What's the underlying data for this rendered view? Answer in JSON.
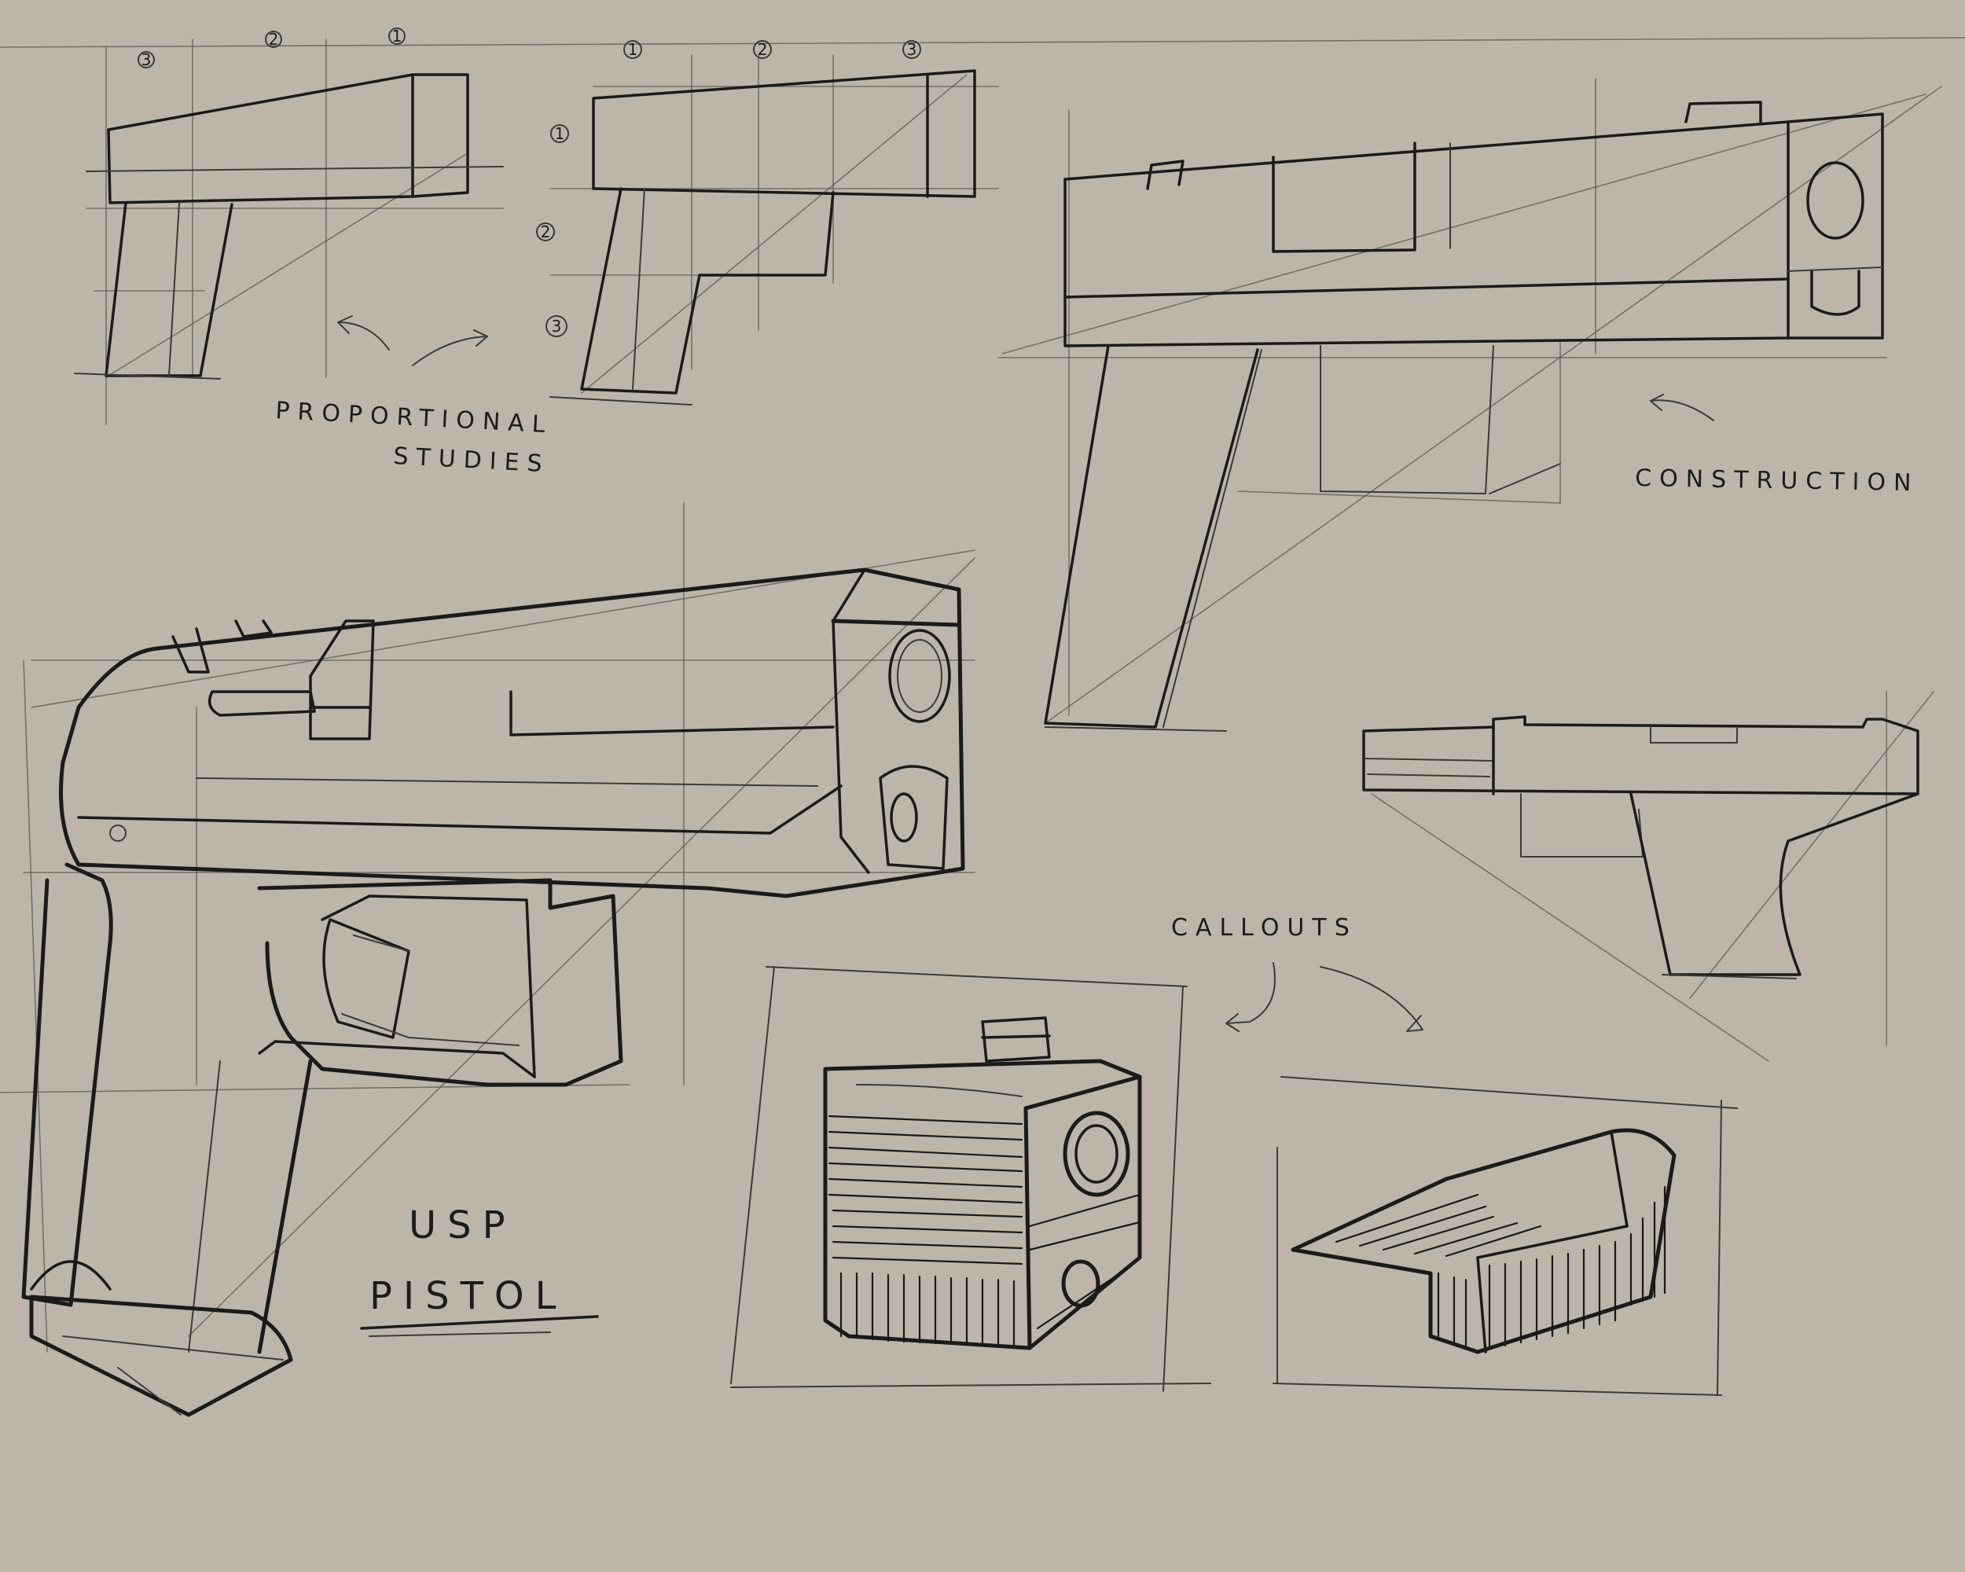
{
  "sheet": {
    "paper_color": "#bdb5aa",
    "ink_color": "#1c1b1a"
  },
  "labels": {
    "proportional_line1": "PROPORTIONAL",
    "proportional_line2": "STUDIES",
    "construction": "CONSTRUCTION",
    "callouts": "CALLOUTS",
    "usp_line1": "USP",
    "usp_line2": "PISTOL"
  },
  "markers": {
    "study_a": [
      "3",
      "2",
      "1"
    ],
    "study_b_top": [
      "1",
      "2",
      "3"
    ],
    "study_b_side": [
      "1",
      "2",
      "3"
    ]
  }
}
